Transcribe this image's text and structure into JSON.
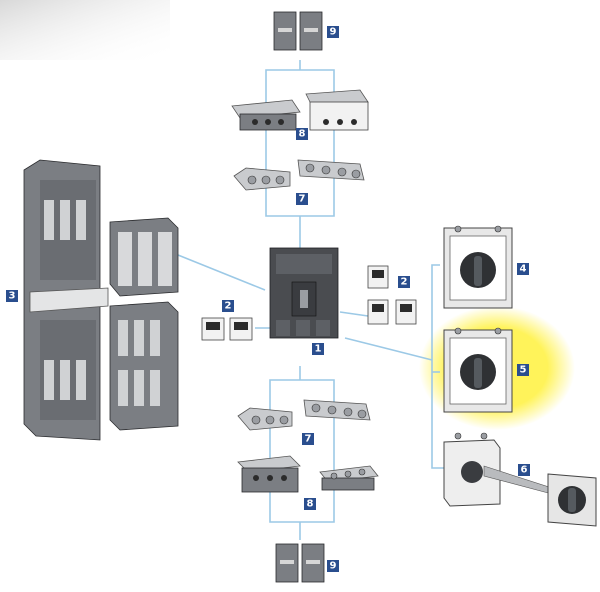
{
  "labels": {
    "b1": "1",
    "b2a": "2",
    "b2b": "2",
    "b3": "3",
    "b4": "4",
    "b5": "5",
    "b6": "6",
    "b7a": "7",
    "b7b": "7",
    "b8a": "8",
    "b8b": "8",
    "b9a": "9",
    "b9b": "9"
  },
  "colors": {
    "badge": "#2a4e8e",
    "connector": "#9cc9e6",
    "highlight": "#fff35a"
  }
}
